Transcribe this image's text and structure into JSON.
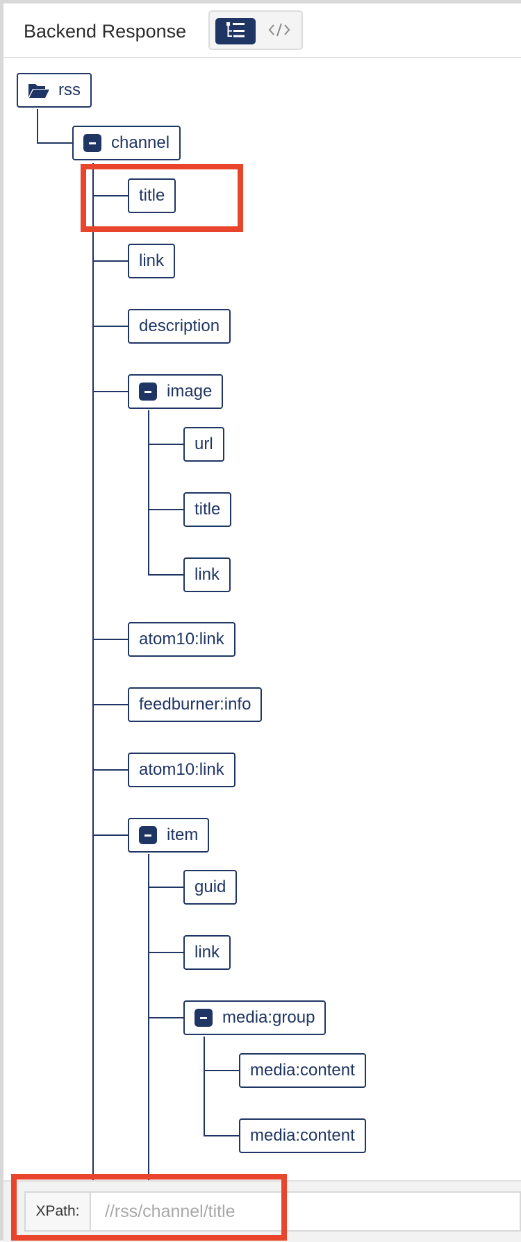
{
  "header": {
    "title": "Backend Response",
    "view_toggle": {
      "tree_view": "tree-view-icon",
      "code_view": "code-view-icon",
      "active": "tree"
    }
  },
  "tree": {
    "root": "rss",
    "channel": "channel",
    "channel_children": {
      "title": "title",
      "link": "link",
      "description": "description",
      "image": "image",
      "atom10_link_1": "atom10:link",
      "feedburner_info": "feedburner:info",
      "atom10_link_2": "atom10:link",
      "item": "item"
    },
    "image_children": {
      "url": "url",
      "title": "title",
      "link": "link"
    },
    "item_children": {
      "guid": "guid",
      "link": "link",
      "media_group": "media:group"
    },
    "media_group_children": {
      "content_1": "media:content",
      "content_2": "media:content"
    }
  },
  "footer": {
    "xpath_label": "XPath:",
    "xpath_value": "//rss/channel/title"
  },
  "colors": {
    "node": "#1f3563",
    "highlight": "#e8452c"
  }
}
